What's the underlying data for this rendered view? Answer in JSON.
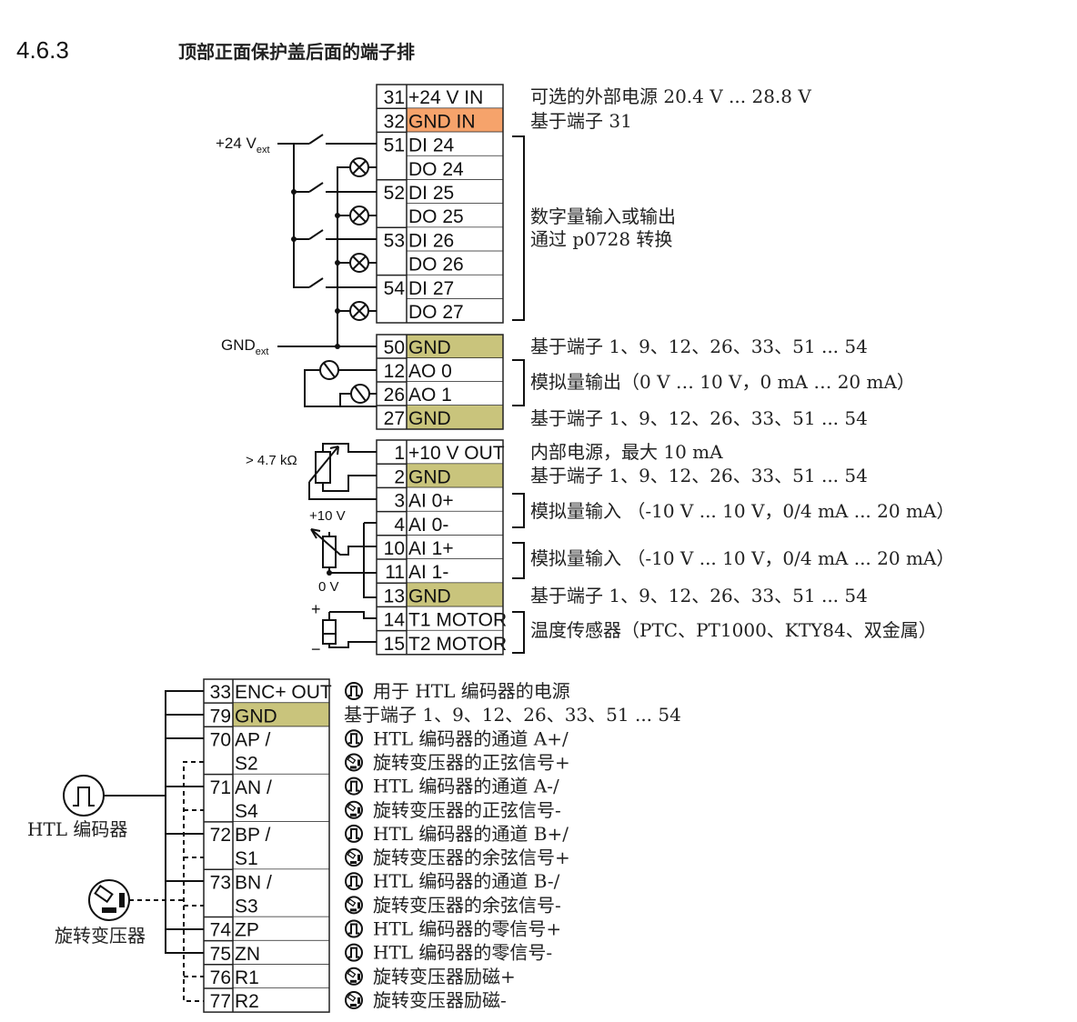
{
  "title": {
    "number": "4.6.3",
    "text": "顶部正面保护盖后面的端子排"
  },
  "colors": {
    "gnd": "#c9c47c",
    "gnd_in": "#f6a36b"
  },
  "blocks": [
    {
      "rows": [
        {
          "num": "31",
          "label": "+24 V IN"
        },
        {
          "num": "32",
          "label": "GND IN",
          "fill": "gnd_in"
        },
        {
          "num": "51",
          "label": "DI 24"
        },
        {
          "num": "",
          "label": "DO 24"
        },
        {
          "num": "52",
          "label": "DI 25"
        },
        {
          "num": "",
          "label": "DO 25"
        },
        {
          "num": "53",
          "label": "DI 26"
        },
        {
          "num": "",
          "label": "DO 26"
        },
        {
          "num": "54",
          "label": "DI 27"
        },
        {
          "num": "",
          "label": "DO 27"
        }
      ]
    },
    {
      "rows": [
        {
          "num": "50",
          "label": "GND",
          "fill": "gnd"
        },
        {
          "num": "12",
          "label": "AO 0"
        },
        {
          "num": "26",
          "label": "AO 1"
        },
        {
          "num": "27",
          "label": "GND",
          "fill": "gnd"
        }
      ]
    },
    {
      "rows": [
        {
          "num": "1",
          "label": "+10 V OUT"
        },
        {
          "num": "2",
          "label": "GND",
          "fill": "gnd"
        },
        {
          "num": "3",
          "label": "AI 0+"
        },
        {
          "num": "4",
          "label": "AI 0-"
        },
        {
          "num": "10",
          "label": "AI 1+"
        },
        {
          "num": "11",
          "label": "AI 1-"
        },
        {
          "num": "13",
          "label": "GND",
          "fill": "gnd"
        },
        {
          "num": "14",
          "label": "T1 MOTOR"
        },
        {
          "num": "15",
          "label": "T2 MOTOR"
        }
      ]
    },
    {
      "rows": [
        {
          "num": "33",
          "label": "ENC+ OUT"
        },
        {
          "num": "79",
          "label": "GND",
          "fill": "gnd"
        },
        {
          "num": "70",
          "label": "AP /"
        },
        {
          "num": "",
          "label": "S2"
        },
        {
          "num": "71",
          "label": "AN /"
        },
        {
          "num": "",
          "label": "S4"
        },
        {
          "num": "72",
          "label": "BP /"
        },
        {
          "num": "",
          "label": "S1"
        },
        {
          "num": "73",
          "label": "BN /"
        },
        {
          "num": "",
          "label": "S3"
        },
        {
          "num": "74",
          "label": "ZP"
        },
        {
          "num": "75",
          "label": "ZN"
        },
        {
          "num": "76",
          "label": "R1"
        },
        {
          "num": "77",
          "label": "R2"
        }
      ]
    }
  ],
  "descriptions": {
    "ext_supply": "可选的外部电源 20.4 V ... 28.8 V",
    "ref_31": "基于端子 31",
    "dio_line1": "数字量输入或输出",
    "dio_line2": "通过 p0728 转换",
    "ref_gnd_50": "基于端子 1、9、12、26、33、51 ... 54",
    "analog_out": "模拟量输出（0 V … 10 V，0 mA … 20 mA）",
    "ref_gnd_27": "基于端子 1、9、12、26、33、51 ... 54",
    "internal_supply": "内部电源，最大 10 mA",
    "ref_gnd_2": "基于端子 1、9、12、26、33、51 ... 54",
    "analog_in_0": "模拟量输入 （-10 V ... 10 V，0/4 mA ... 20 mA）",
    "analog_in_1": "模拟量输入 （-10 V ... 10 V，0/4 mA ... 20 mA）",
    "ref_gnd_13": "基于端子 1、9、12、26、33、51 ... 54",
    "temp_sensor": "温度传感器（PTC、PT1000、KTY84、双金属）",
    "encoder": [
      {
        "icon": "pulse",
        "text": "用于 HTL 编码器的电源"
      },
      {
        "icon": "",
        "text": "基于端子 1、9、12、26、33、51 ... 54"
      },
      {
        "icon": "pulse",
        "text": "HTL 编码器的通道 A+/"
      },
      {
        "icon": "resolver",
        "text": "旋转变压器的正弦信号+"
      },
      {
        "icon": "pulse",
        "text": "HTL 编码器的通道 A-/"
      },
      {
        "icon": "resolver",
        "text": "旋转变压器的正弦信号-"
      },
      {
        "icon": "pulse",
        "text": "HTL 编码器的通道 B+/"
      },
      {
        "icon": "resolver",
        "text": "旋转变压器的余弦信号+"
      },
      {
        "icon": "pulse",
        "text": "HTL 编码器的通道 B-/"
      },
      {
        "icon": "resolver",
        "text": "旋转变压器的余弦信号-"
      },
      {
        "icon": "pulse",
        "text": "HTL 编码器的零信号+"
      },
      {
        "icon": "pulse",
        "text": "HTL 编码器的零信号-"
      },
      {
        "icon": "resolver",
        "text": "旋转变压器励磁+"
      },
      {
        "icon": "resolver",
        "text": "旋转变压器励磁-"
      }
    ]
  },
  "labels": {
    "v24": "+24 V",
    "v24_sub": "ext",
    "gnd": "GND",
    "gnd_sub": "ext",
    "res": "> 4.7 kΩ",
    "plus10": "+10 V",
    "zero": "0 V",
    "plus": "+",
    "minus": "−",
    "htl_encoder": "HTL 编码器",
    "resolver": "旋转变压器"
  }
}
